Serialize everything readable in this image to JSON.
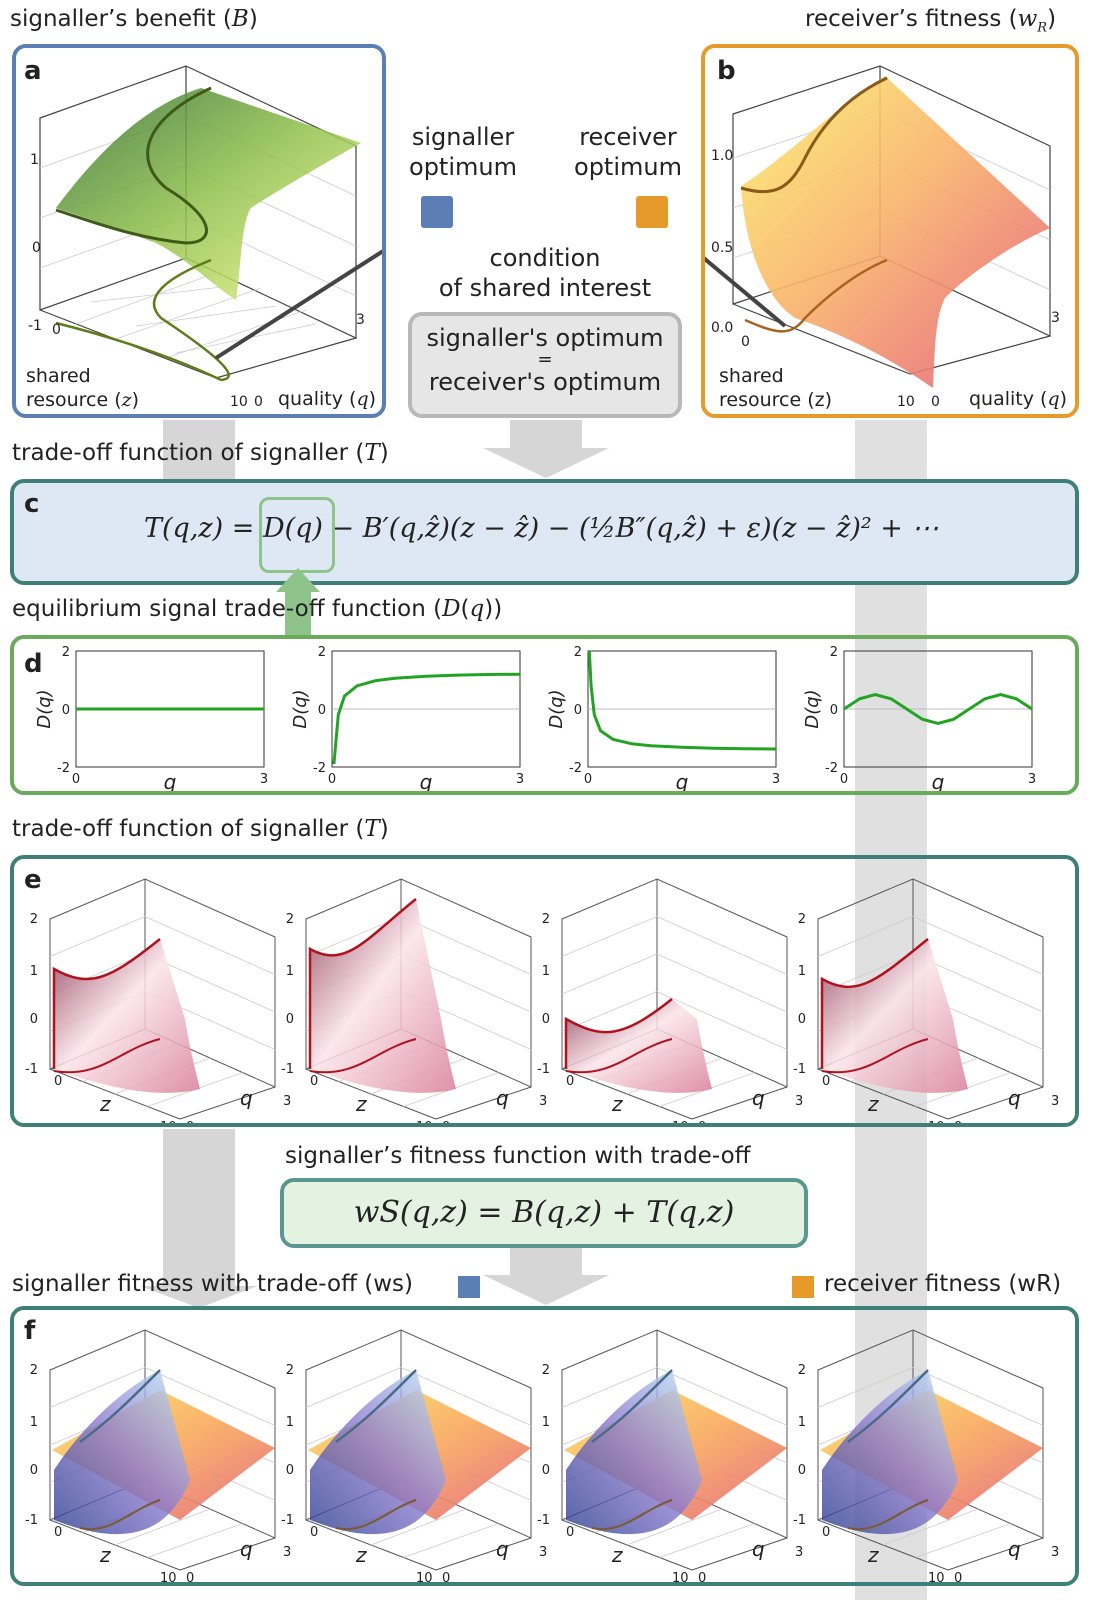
{
  "panel_a": {
    "letter": "a",
    "title": "signaller’s benefit (B)",
    "z_axis_label": "shared resource (z)",
    "q_axis_label": "quality (q)",
    "ticks_v": [
      "1",
      "0",
      "-1"
    ],
    "tick_z_start": "0",
    "tick_z_end": "10",
    "tick_q_start": "0",
    "tick_q_end": "3"
  },
  "panel_b": {
    "letter": "b",
    "title": "receiver’s fitness (wR)",
    "z_axis_label": "shared resource (z)",
    "q_axis_label": "quality (q)",
    "ticks_v": [
      "1.0",
      "0.5",
      "0.0"
    ],
    "tick_z_start": "0",
    "tick_z_end": "10",
    "tick_q_start": "0",
    "tick_q_end": "3"
  },
  "legend": {
    "signaller_optimum_line1": "signaller",
    "signaller_optimum_line2": "optimum",
    "receiver_optimum_line1": "receiver",
    "receiver_optimum_line2": "optimum",
    "signaller_color": "#5b7fb5",
    "receiver_color": "#e59a2a"
  },
  "condition": {
    "heading_line1": "condition",
    "heading_line2": "of shared interest",
    "box_line1": "signaller's optimum",
    "box_line2": "=",
    "box_line3": "receiver's optimum"
  },
  "panel_c": {
    "letter": "c",
    "title": "trade-off function of signaller (T)",
    "equation": "T(q,z) = D(q) − B′(q,ẑ)(z − ẑ) − (½B″(q,ẑ) + ε)(z − ẑ)² + ⋯"
  },
  "panel_d": {
    "letter": "d",
    "title": "equilibrium signal trade-off function (D(q))",
    "ylabel": "D(q)",
    "xlabel": "q",
    "yticks": [
      "2",
      "0",
      "-2"
    ],
    "xticks": [
      "0",
      "3"
    ]
  },
  "panel_e": {
    "letter": "e",
    "title": "trade-off function of signaller (T)",
    "ticks_v": [
      "2",
      "1",
      "0",
      "-1"
    ],
    "z_label": "z",
    "q_label": "q",
    "tick_z_start": "0",
    "tick_z_end": "10",
    "tick_q_start": "0",
    "tick_q_end": "3"
  },
  "fitness_eq": {
    "heading": "signaller’s fitness function with trade-off",
    "equation": "wS(q,z) = B(q,z) + T(q,z)"
  },
  "panel_f": {
    "letter": "f",
    "title_left": "signaller fitness with trade-off (ws)",
    "title_right": "receiver fitness (wR)",
    "ticks_v": [
      "2",
      "1",
      "0",
      "-1"
    ],
    "z_label": "z",
    "q_label": "q",
    "tick_z_start": "0",
    "tick_z_end": "10",
    "tick_q_start": "0",
    "tick_q_end": "3"
  },
  "colors": {
    "panel_a_border": "#5b7fb5",
    "panel_b_border": "#e59a2a",
    "teal_border": "#3e8078",
    "green_border": "#6aaa5b",
    "panel_c_fill": "#dde8f4",
    "fitness_fill": "#e4f2e2",
    "condition_fill": "#e6e6e6"
  },
  "chart_data": [
    {
      "type": "line",
      "panel": "d1",
      "title": "",
      "xlabel": "q",
      "ylabel": "D(q)",
      "xlim": [
        0,
        3
      ],
      "ylim": [
        -2,
        2
      ],
      "x": [
        0,
        0.5,
        1,
        1.5,
        2,
        2.5,
        3
      ],
      "values": [
        0,
        0,
        0,
        0,
        0,
        0,
        0
      ]
    },
    {
      "type": "line",
      "panel": "d2",
      "title": "",
      "xlabel": "q",
      "ylabel": "D(q)",
      "xlim": [
        0,
        3
      ],
      "ylim": [
        -2,
        2
      ],
      "x": [
        0.03,
        0.1,
        0.2,
        0.4,
        0.7,
        1,
        1.5,
        2,
        2.5,
        3
      ],
      "values": [
        -1.9,
        -0.2,
        0.45,
        0.8,
        0.98,
        1.06,
        1.13,
        1.17,
        1.19,
        1.2
      ]
    },
    {
      "type": "line",
      "panel": "d3",
      "title": "",
      "xlabel": "q",
      "ylabel": "D(q)",
      "xlim": [
        0,
        3
      ],
      "ylim": [
        -2,
        2
      ],
      "x": [
        0.02,
        0.05,
        0.1,
        0.2,
        0.4,
        0.7,
        1,
        1.5,
        2,
        2.5,
        3
      ],
      "values": [
        2,
        0.8,
        -0.2,
        -0.75,
        -1.05,
        -1.2,
        -1.27,
        -1.32,
        -1.35,
        -1.37,
        -1.38
      ]
    },
    {
      "type": "line",
      "panel": "d4",
      "title": "",
      "xlabel": "q",
      "ylabel": "D(q)",
      "xlim": [
        0,
        3
      ],
      "ylim": [
        -2,
        2
      ],
      "x": [
        0,
        0.25,
        0.5,
        0.75,
        1,
        1.25,
        1.5,
        1.75,
        2,
        2.25,
        2.5,
        2.75,
        3
      ],
      "values": [
        0,
        0.35,
        0.5,
        0.35,
        0,
        -0.35,
        -0.5,
        -0.35,
        0,
        0.35,
        0.5,
        0.35,
        0
      ]
    }
  ]
}
